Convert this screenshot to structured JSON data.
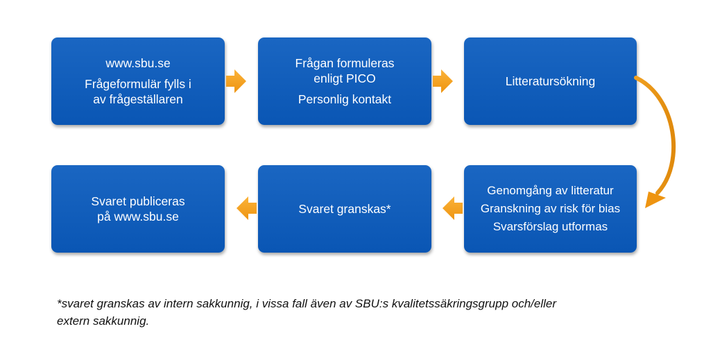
{
  "colors": {
    "box_fill": "#0a56b4",
    "box_text": "#ffffff",
    "arrow": "#f5a21c"
  },
  "steps": [
    {
      "paragraphs": [
        [
          "www.sbu.se"
        ],
        [
          "Frågeformulär fylls i",
          "av frågeställaren"
        ]
      ]
    },
    {
      "paragraphs": [
        [
          "Frågan formuleras",
          "enligt PICO"
        ],
        [
          "Personlig kontakt"
        ]
      ]
    },
    {
      "paragraphs": [
        [
          "Litteratursökning"
        ]
      ]
    },
    {
      "paragraphs": [
        [
          "Genomgång av litteratur"
        ],
        [
          "Granskning av risk för bias"
        ],
        [
          "Svarsförslag utformas"
        ]
      ]
    },
    {
      "paragraphs": [
        [
          "Svaret granskas*"
        ]
      ]
    },
    {
      "paragraphs": [
        [
          "Svaret publiceras",
          "på www.sbu.se"
        ]
      ]
    }
  ],
  "footnote": {
    "line1": "*svaret granskas av intern sakkunnig, i vissa fall även av SBU:s kvalitetssäkringsgrupp och/eller",
    "line2": "extern sakkunnig."
  }
}
